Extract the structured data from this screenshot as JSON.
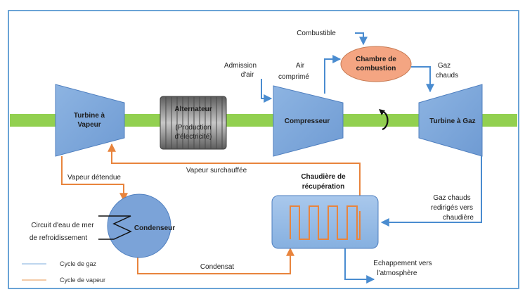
{
  "components": {
    "steam_turbine": [
      "Turbine à",
      "Vapeur"
    ],
    "alternator": [
      "Alternateur",
      "(Production",
      "d'électricité)"
    ],
    "compressor": "Compresseur",
    "combustion_chamber": [
      "Chambre de",
      "combustion"
    ],
    "gas_turbine": "Turbine à Gaz",
    "condenser": "Condenseur",
    "recovery_boiler": [
      "Chaudière de",
      "récupération"
    ]
  },
  "flow_labels": {
    "fuel": "Combustible",
    "air_intake": [
      "Admission",
      "d'air"
    ],
    "compressed_air": [
      "Air",
      "comprimé"
    ],
    "hot_gas": [
      "Gaz",
      "chauds"
    ],
    "superheated_steam": "Vapeur surchauffée",
    "expanded_steam": "Vapeur détendue",
    "redirected_gas": [
      "Gaz chauds",
      "redirigés vers",
      "chaudière"
    ],
    "cooling_circuit": [
      "Circuit d'eau de mer",
      "de refroidissement"
    ],
    "condensate": "Condensat",
    "exhaust": [
      "Echappement vers",
      "l'atmosphère"
    ]
  },
  "legend": {
    "gas_cycle": "Cycle de gaz",
    "steam_cycle": "Cycle de vapeur"
  },
  "colors": {
    "gas_flow": "#5b9bd5",
    "steam_flow": "#ed7d31",
    "shaft": "#92d050",
    "component_fill": "#7ba3d8",
    "combustion_fill": "#f4a582",
    "border": "#6aa3d6"
  }
}
